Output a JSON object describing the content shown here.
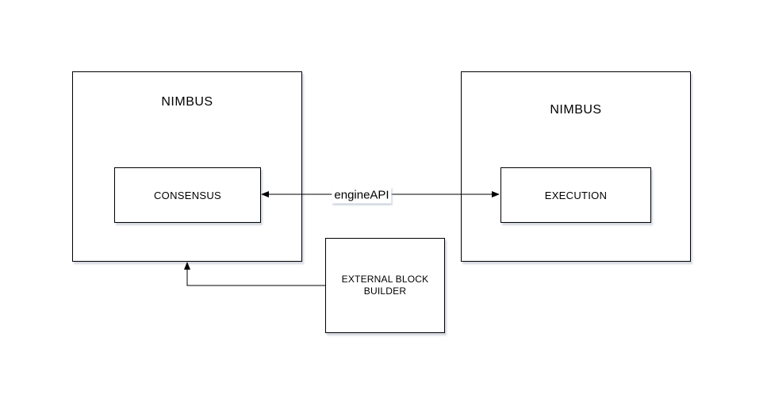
{
  "nodes": {
    "left_container": {
      "label": "NIMBUS"
    },
    "consensus": {
      "label": "CONSENSUS"
    },
    "right_container": {
      "label": "NIMBUS"
    },
    "execution": {
      "label": "EXECUTION"
    },
    "external_builder": {
      "label": "EXTERNAL BLOCK BUILDER"
    }
  },
  "edges": {
    "engine_api": {
      "label": "engineAPI",
      "type": "bidirectional",
      "from": "CONSENSUS",
      "to": "EXECUTION"
    },
    "builder_feed": {
      "type": "directed",
      "from": "EXTERNAL BLOCK BUILDER",
      "to": "NIMBUS"
    }
  },
  "colors": {
    "background": "#ffffff",
    "box_fill": "#ffffff",
    "stroke": "#000000",
    "text": "#000000",
    "shadow": "#ccd3e0"
  }
}
